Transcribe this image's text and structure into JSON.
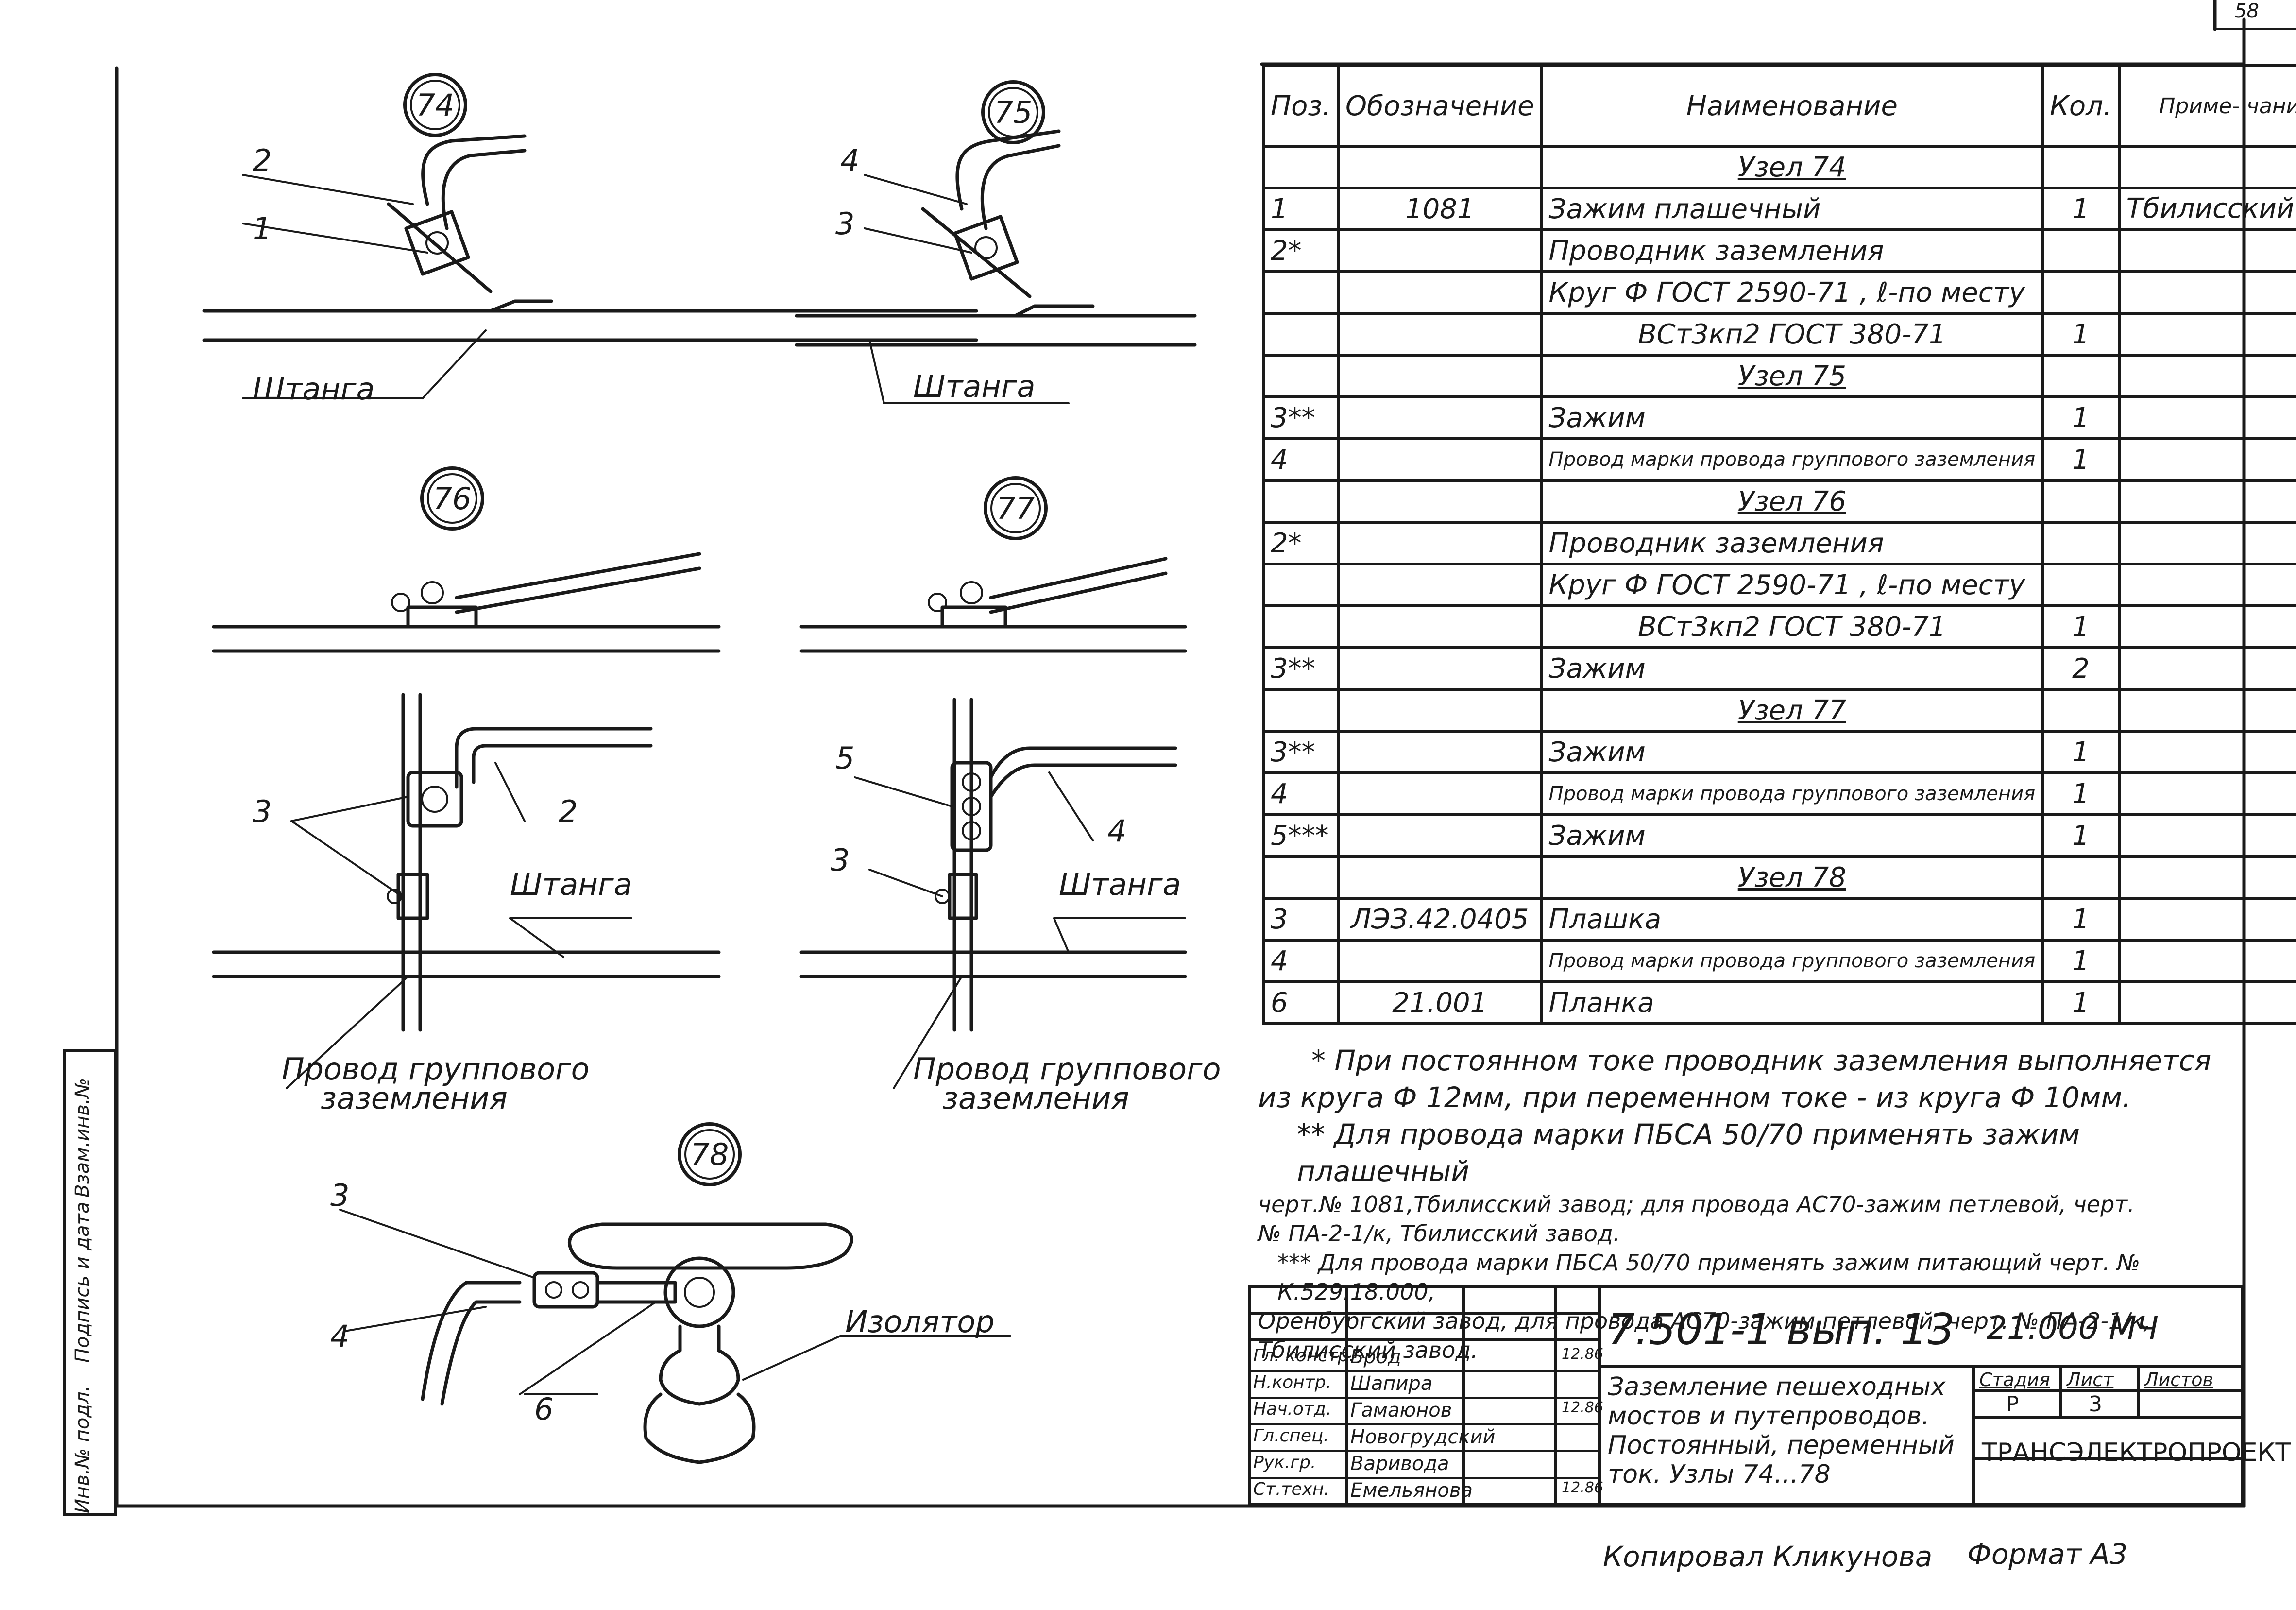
{
  "page_number": "58",
  "nodes": {
    "n74": "74",
    "n75": "75",
    "n76": "76",
    "n77": "77",
    "n78": "78"
  },
  "callouts": {
    "d74_2": "2",
    "d74_1": "1",
    "d74_bar": "Штанга",
    "d75_4": "4",
    "d75_3": "3",
    "d75_bar": "Штанга",
    "d76_3": "3",
    "d76_2": "2",
    "d76_bar": "Штанга",
    "d76_wire_1": "Провод группового",
    "d76_wire_2": "заземления",
    "d77_5": "5",
    "d77_3": "3",
    "d77_4": "4",
    "d77_bar": "Штанга",
    "d77_wire_1": "Провод группового",
    "d77_wire_2": "заземления",
    "d78_3": "3",
    "d78_4": "4",
    "d78_6": "6",
    "d78_ins": "Изолятор"
  },
  "side_stamp": [
    "Инв.№ подл.",
    "Подпись и дата",
    "Взам.инв.№"
  ],
  "spec_table": {
    "headers": {
      "pos": "Поз.",
      "designation": "Обозначение",
      "name": "Наименование",
      "qty": "Кол.",
      "note": "Приме- чание"
    },
    "rows": [
      {
        "type": "section",
        "name": "Узел 74"
      },
      {
        "pos": "1",
        "des": "1081",
        "name": "Зажим плашечный",
        "qty": "1",
        "note": "Тбилисский з-д"
      },
      {
        "pos": "2*",
        "des": "",
        "name": "Проводник заземления",
        "qty": "",
        "note": ""
      },
      {
        "pos": "",
        "des": "",
        "name": "Круг Ф ГОСТ 2590-71 , ℓ-по месту",
        "qty": "",
        "note": ""
      },
      {
        "pos": "",
        "des": "",
        "name": "ВСт3кп2 ГОСТ 380-71",
        "qty": "1",
        "note": "",
        "center": true
      },
      {
        "type": "section",
        "name": "Узел 75"
      },
      {
        "pos": "3**",
        "des": "",
        "name": "Зажим",
        "qty": "1",
        "note": ""
      },
      {
        "pos": "4",
        "des": "",
        "name": "Провод марки провода группового заземления",
        "qty": "1",
        "note": "",
        "small": true
      },
      {
        "type": "section",
        "name": "Узел 76"
      },
      {
        "pos": "2*",
        "des": "",
        "name": "Проводник заземления",
        "qty": "",
        "note": ""
      },
      {
        "pos": "",
        "des": "",
        "name": "Круг Ф ГОСТ 2590-71 , ℓ-по месту",
        "qty": "",
        "note": ""
      },
      {
        "pos": "",
        "des": "",
        "name": "ВСт3кп2 ГОСТ 380-71",
        "qty": "1",
        "note": "",
        "center": true
      },
      {
        "pos": "3**",
        "des": "",
        "name": "Зажим",
        "qty": "2",
        "note": ""
      },
      {
        "type": "section",
        "name": "Узел 77"
      },
      {
        "pos": "3**",
        "des": "",
        "name": "Зажим",
        "qty": "1",
        "note": ""
      },
      {
        "pos": "4",
        "des": "",
        "name": "Провод марки провода группового заземления",
        "qty": "1",
        "note": "",
        "small": true
      },
      {
        "pos": "5***",
        "des": "",
        "name": "Зажим",
        "qty": "1",
        "note": ""
      },
      {
        "type": "section",
        "name": "Узел 78"
      },
      {
        "pos": "3",
        "des": "ЛЭЗ.42.0405",
        "name": "Плашка",
        "qty": "1",
        "note": ""
      },
      {
        "pos": "4",
        "des": "",
        "name": "Провод марки провода группового заземления",
        "qty": "1",
        "note": "",
        "small": true
      },
      {
        "pos": "6",
        "des": "21.001",
        "name": "Планка",
        "qty": "1",
        "note": ""
      }
    ]
  },
  "notes": {
    "n1a": "* При постоянном токе проводник заземления выполняется",
    "n1b": "из круга Ф 12мм, при переменном токе - из круга Ф 10мм.",
    "n2a": "** Для провода марки ПБСА 50/70 применять зажим плашечный",
    "n2b": "черт.№ 1081,Тбилисский завод; для провода АС70-зажим петлевой, черт.",
    "n2c": "№ ПА-2-1/к, Тбилисский завод.",
    "n3a": "*** Для провода марки ПБСА 50/70 применять зажим питающий черт. № К.529.18.000,",
    "n3b": "Оренбургский завод, для провода АС70-зажим петлевой, черт. № ПА-2-1/к, Тбилисский завод."
  },
  "title_block": {
    "doc_code": "7.501-1 вып. 13",
    "sheet_code": "21.000 МЧ",
    "roles": [
      "Гл. констр.",
      "Н.контр.",
      "Нач.отд.",
      "Гл.спец.",
      "Рук.гр.",
      "Ст.техн."
    ],
    "names": [
      "Брод",
      "Шапира",
      "Гамаюнов",
      "Новогрудский",
      "Варивода",
      "Емельянова"
    ],
    "dates": [
      "12.86",
      "",
      "12.86",
      "",
      "",
      "12.86"
    ],
    "title_lines": [
      "Заземление пешеходных",
      "мостов и путепроводов.",
      "Постоянный, переменный",
      "ток.   Узлы 74...78"
    ],
    "stage_label": "Стадия",
    "sheet_label": "Лист",
    "sheets_label": "Листов",
    "stage": "Р",
    "sheet": "3",
    "sheets": "",
    "org": "ТРАНСЭЛЕКТРОПРОЕКТ"
  },
  "footer": {
    "copied": "Копировал Кликунова",
    "format": "Формат А3"
  }
}
